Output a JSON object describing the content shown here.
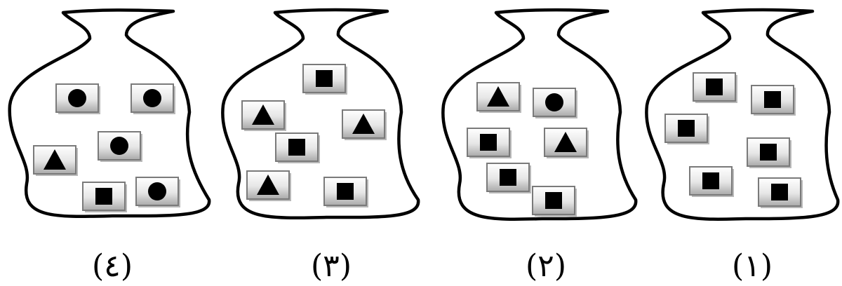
{
  "jars": [
    {
      "label": "(٤)",
      "tiles": [
        "circle",
        "circle",
        "circle",
        "triangle",
        "square",
        "circle"
      ]
    },
    {
      "label": "(٣)",
      "tiles": [
        "square",
        "triangle",
        "triangle",
        "square",
        "triangle",
        "square"
      ]
    },
    {
      "label": "(٢)",
      "tiles": [
        "triangle",
        "circle",
        "square",
        "triangle",
        "square",
        "square"
      ]
    },
    {
      "label": "(١)",
      "tiles": [
        "square",
        "square",
        "square",
        "square",
        "square",
        "square"
      ]
    }
  ]
}
